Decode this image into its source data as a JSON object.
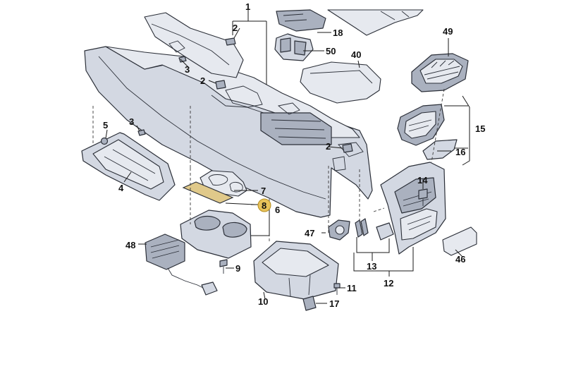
{
  "callouts": {
    "c1": "1",
    "c2a": "2",
    "c2b": "2",
    "c2c": "2",
    "c3a": "3",
    "c3b": "3",
    "c4": "4",
    "c5": "5",
    "c6": "6",
    "c7": "7",
    "c8": "8",
    "c9": "9",
    "c10": "10",
    "c11": "11",
    "c12": "12",
    "c13": "13",
    "c14": "14",
    "c15": "15",
    "c16": "16",
    "c17": "17",
    "c18": "18",
    "c40": "40",
    "c46": "46",
    "c47": "47",
    "c48": "48",
    "c49": "49",
    "c50": "50"
  },
  "highlighted_callout": "8",
  "colors": {
    "part_fill": "#d3d8e2",
    "part_dark": "#aab1bf",
    "outline": "#2b2f38",
    "highlight": "#e8c25a"
  }
}
